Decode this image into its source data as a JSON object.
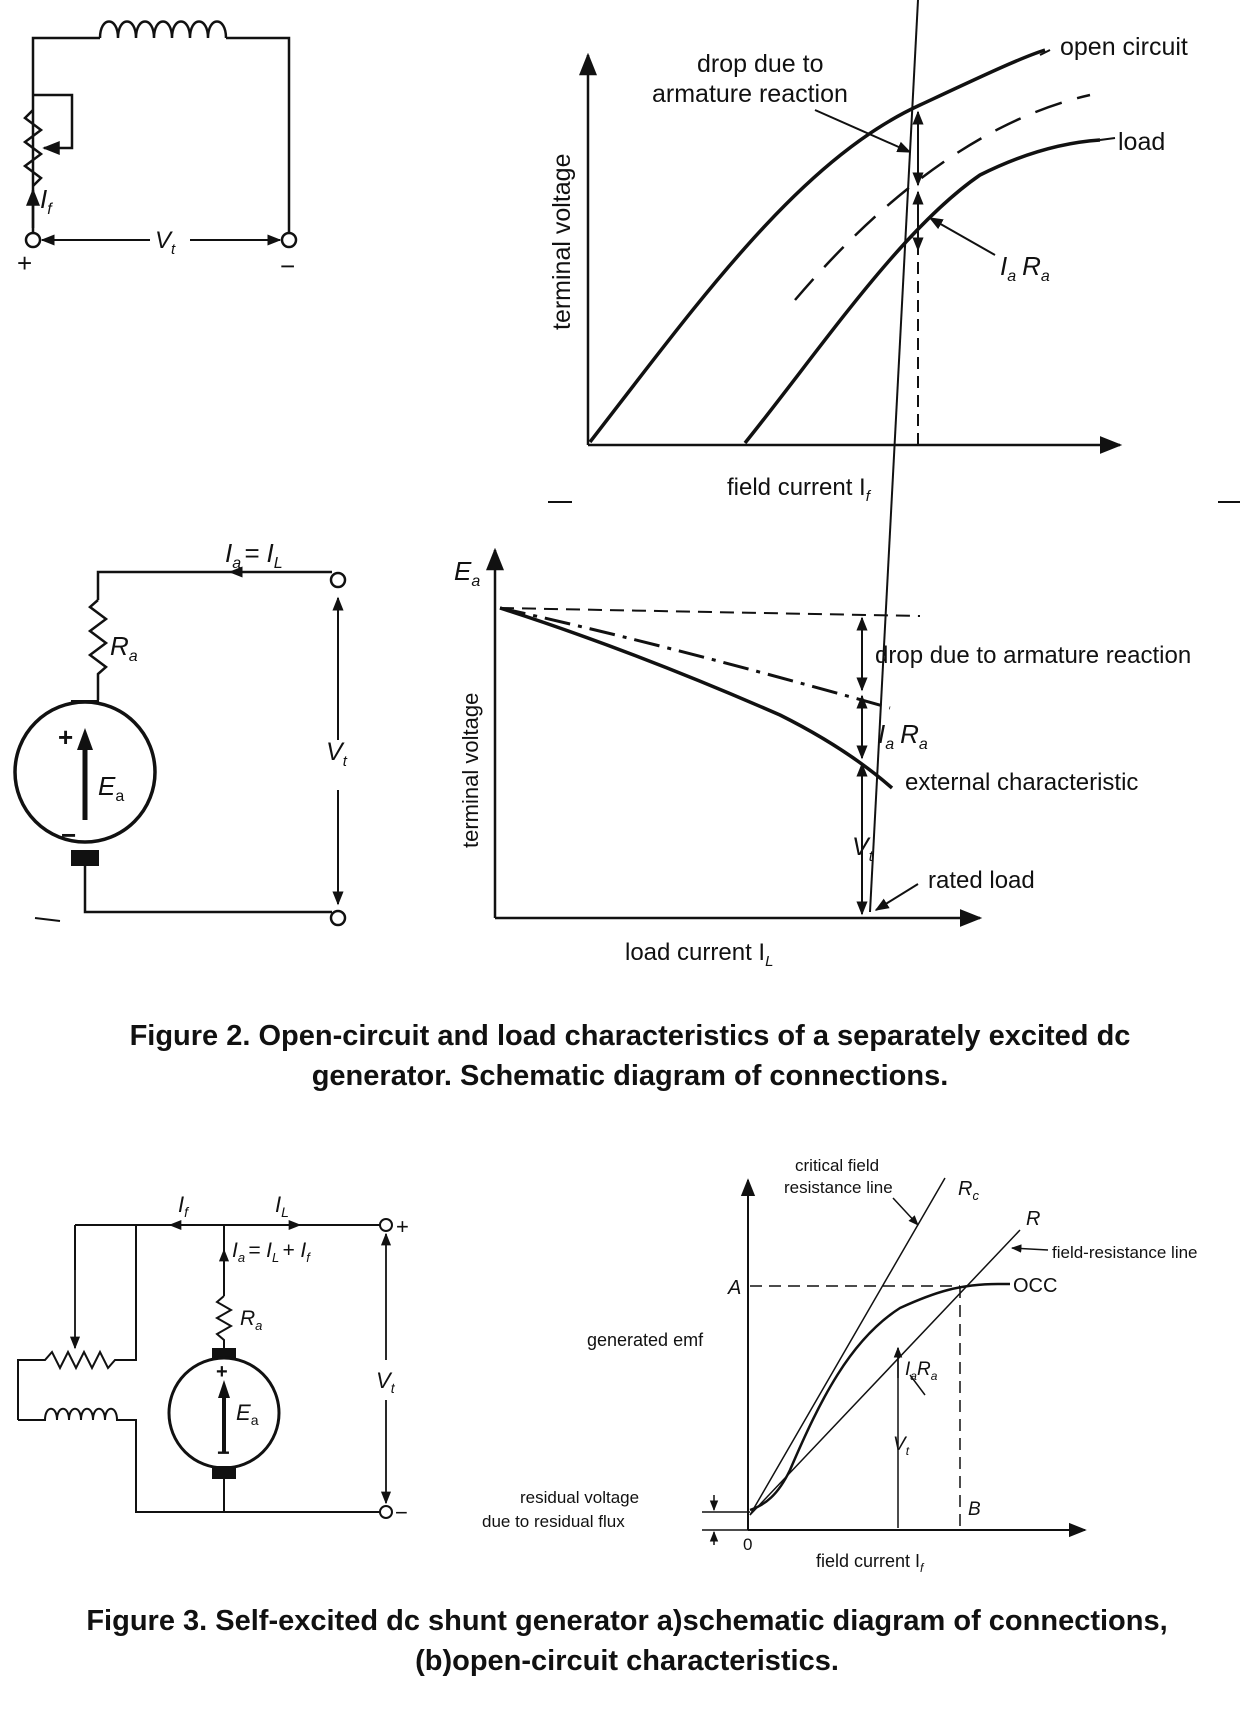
{
  "figure2": {
    "occ_graph": {
      "y_axis": "terminal voltage",
      "x_axis": "field current I",
      "x_axis_sub": "f",
      "curve_open": "open circuit",
      "curve_load": "load",
      "drop_line1": "drop due to",
      "drop_line2": "armature reaction",
      "iara_i": "I",
      "iara_a": "a",
      "iara_r": "R",
      "iara_a2": "a"
    },
    "circuit_a": {
      "current": "I",
      "current_sub": "f",
      "voltage": "V",
      "voltage_sub": "t",
      "plus": "+",
      "minus": "−"
    },
    "circuit_b": {
      "current_label": "I",
      "current_label_sub": "a",
      "current_eq": "= I",
      "current_eq_sub": "L",
      "ra": "R",
      "ra_sub": "a",
      "ea": "E",
      "ea_sub": "a",
      "vt": "V",
      "vt_sub": "t",
      "plus": "+",
      "minus": "−"
    },
    "ext_graph": {
      "ea": "E",
      "ea_sub": "a",
      "y_axis": "terminal voltage",
      "x_axis": "load current I",
      "x_axis_sub": "L",
      "drop": "drop due to armature reaction",
      "iara_i": "I",
      "iara_a": "a",
      "iara_r": "R",
      "iara_a2": "a",
      "ext": "external characteristic",
      "vt": "V",
      "vt_sub": "t",
      "rated": "rated load"
    },
    "caption_line1": "Figure 2. Open-circuit and load characteristics of a separately excited dc",
    "caption_line2": "generator. Schematic diagram of connections."
  },
  "figure3": {
    "circuit": {
      "if": "I",
      "if_sub": "f",
      "il": "I",
      "il_sub": "L",
      "ia_eq": "I",
      "ia_eq_sub": "a",
      "ia_eq_rest": "= I",
      "ia_eq_rest_sub": "L",
      "ia_eq_tail": "+ I",
      "ia_eq_tail_sub": "f",
      "ra": "R",
      "ra_sub": "a",
      "ea": "E",
      "ea_sub": "a",
      "vt": "V",
      "vt_sub": "t",
      "plus": "+",
      "minus": "−"
    },
    "graph": {
      "critical1": "critical field",
      "critical2": "resistance line",
      "rc": "R",
      "rc_sub": "c",
      "r": "R",
      "field_res": "field-resistance line",
      "a": "A",
      "occ": "OCC",
      "gen_emf": "generated emf",
      "iara_i": "I",
      "iara_a": "a",
      "iara_r": "R",
      "iara_a2": "a",
      "vt": "V",
      "vt_sub": "t",
      "b": "B",
      "res1": "residual voltage",
      "res2": "due to residual flux",
      "zero": "0",
      "x_axis": "field current I",
      "x_axis_sub": "f"
    },
    "caption_line1": "Figure 3. Self-excited dc shunt generator a)schematic diagram of connections,",
    "caption_line2": "(b)open-circuit characteristics."
  }
}
